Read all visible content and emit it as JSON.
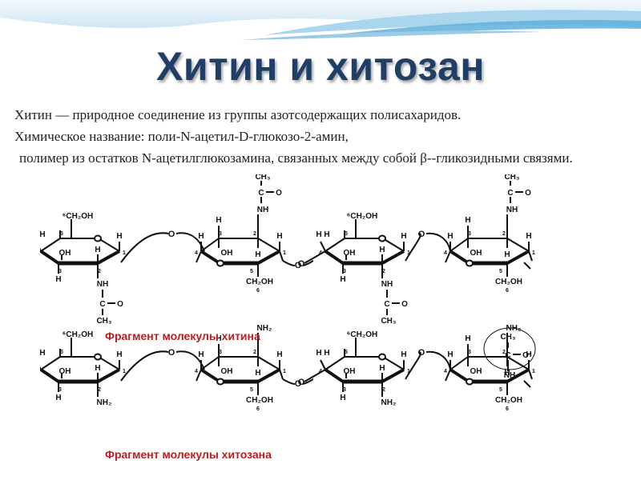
{
  "title": "Хитин и хитозан",
  "intro": {
    "line1": "Хитин  — природное соединение из группы азотсодержащих полисахаридов.",
    "line2": "Химическое название: поли-N-ацетил-D-глюкозо-2-амин,",
    "line3": " полимер из остатков N-ацетилглюкозамина, связанных между собой β--гликозидными связями."
  },
  "diagram": {
    "chitin_caption": "Фрагмент молекулы хитина",
    "chitosan_caption": "Фрагмент молекулы хитозана",
    "labels": {
      "ch2oh": "CH₂OH",
      "ch2oh_c6": "⁶CH₂OH",
      "oh": "OH",
      "h": "H",
      "o": "O",
      "nh": "NH",
      "nh2": "NH₂",
      "c": "C",
      "ch3": "CH₃",
      "n1": "1",
      "n2": "2",
      "n3": "3",
      "n4": "4",
      "n5": "5",
      "n6": "6"
    }
  },
  "colors": {
    "title": "#1f3f66",
    "caption": "#b81e1e",
    "wave_top": "#dcedf7",
    "wave_mid": "#7fc1e2"
  }
}
